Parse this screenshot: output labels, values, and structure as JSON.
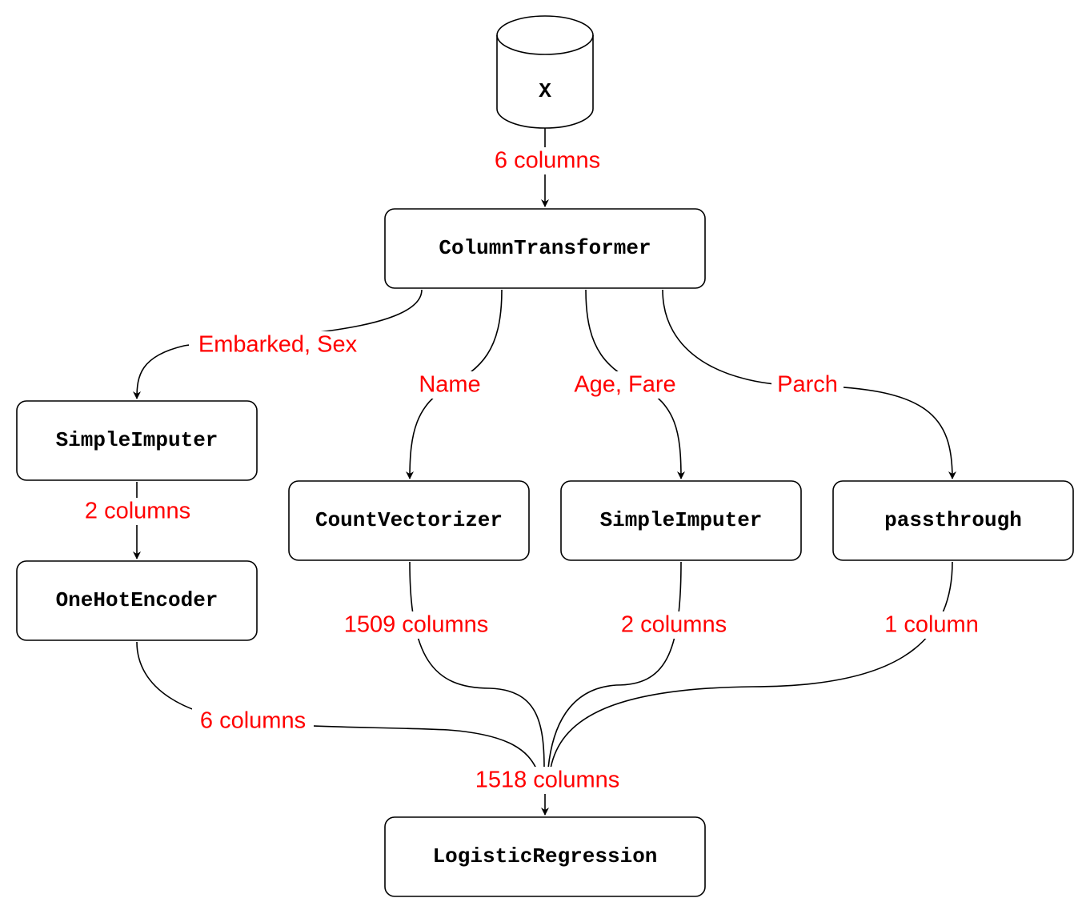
{
  "diagram": {
    "nodes": {
      "x": "X",
      "column_transformer": "ColumnTransformer",
      "simple_imputer_cat": "SimpleImputer",
      "one_hot_encoder": "OneHotEncoder",
      "count_vectorizer": "CountVectorizer",
      "simple_imputer_num": "SimpleImputer",
      "passthrough": "passthrough",
      "logistic_regression": "LogisticRegression"
    },
    "edges": {
      "x_to_ct": "6 columns",
      "ct_to_imputer_cat": "Embarked, Sex",
      "ct_to_vectorizer": "Name",
      "ct_to_imputer_num": "Age, Fare",
      "ct_to_passthrough": "Parch",
      "imputer_cat_to_ohe": "2 columns",
      "ohe_out": "6 columns",
      "vectorizer_out": "1509 columns",
      "imputer_num_out": "2 columns",
      "passthrough_out": "1 column",
      "merged_to_lr": "1518 columns"
    }
  }
}
